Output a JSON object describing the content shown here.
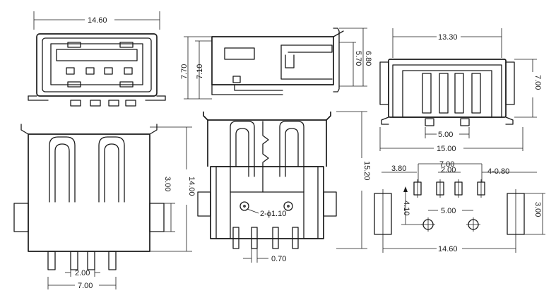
{
  "dimensions": {
    "front_width": "14.60",
    "side_height_a": "7.70",
    "side_height_b": "7.10",
    "side_height_c": "5.70",
    "side_height_d": "6.80",
    "rear_width": "13.30",
    "rear_height": "7.00",
    "rear_pin_pitch": "5.00",
    "rear_base_width": "15.00",
    "top_height": "14.00",
    "top_tab": "3.00",
    "top_pin_pitch": "2.00",
    "top_pin_span": "7.00",
    "bottom_length": "15.20",
    "bottom_holes": "2-ϕ1.10",
    "bottom_pin_width": "0.70",
    "pcb_x_offset": "3.80",
    "pcb_pin_span": "7.00",
    "pcb_pin_pitch": "2.00",
    "pcb_pin_holes": "4-0.80",
    "pcb_row_gap": "4.10",
    "pcb_post_pitch": "5.00",
    "pcb_slot_height": "3.00",
    "pcb_total_width": "14.60"
  }
}
